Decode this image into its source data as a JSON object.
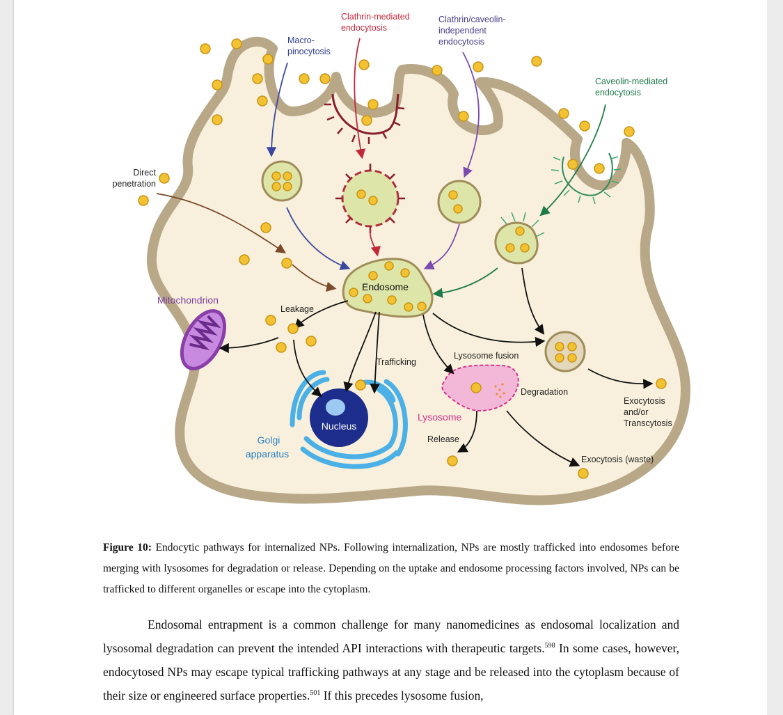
{
  "figure": {
    "labels": {
      "clathrin_mediated": [
        "Clathrin-mediated",
        "endocytosis"
      ],
      "clathrin_caveolin_independent": [
        "Clathrin/caveolin-",
        "independent",
        "endocytosis"
      ],
      "macropinocytosis": [
        "Macro-",
        "pinocytosis"
      ],
      "caveolin_mediated": [
        "Caveolin-mediated",
        "endocytosis"
      ],
      "direct_penetration": [
        "Direct",
        "penetration"
      ],
      "endosome": "Endosome",
      "mitochondrion": "Mitochondrion",
      "leakage": "Leakage",
      "trafficking": "Trafficking",
      "lysosome_fusion": "Lysosome fusion",
      "degradation": "Degradation",
      "exocytosis_transcytosis": [
        "Exocytosis",
        "and/or",
        "Transcytosis"
      ],
      "lysosome": "Lysosome",
      "release": "Release",
      "exocytosis_waste": "Exocytosis (waste)",
      "nucleus": "Nucleus",
      "golgi": [
        "Golgi",
        "apparatus"
      ]
    },
    "colors": {
      "cell_fill": "#f8f0dc",
      "cell_membrane": "#b8a888",
      "np_fill": "#f3c233",
      "vesicle_fill": "#dde6a8",
      "lysosome_fill": "#f3b8d8",
      "nucleus_fill": "#1d2d8c",
      "golgi": "#4ab0e6",
      "mitochondrion": "#8a3ea8"
    }
  },
  "caption": {
    "label": "Figure 10:",
    "text": "Endocytic pathways for internalized NPs. Following internalization, NPs are mostly trafficked into endosomes before merging with lysosomes for degradation or release. Depending on the uptake and endosome processing factors involved, NPs can be trafficked to different organelles or escape into the cytoplasm."
  },
  "body": {
    "p1_a": "Endosomal entrapment is a common challenge for many nanomedicines as endosomal localization and lysosomal degradation can prevent the intended API interactions with therapeutic targets.",
    "p1_sup1": "598",
    "p1_b": " In some cases, however, endocytosed NPs may escape typical trafficking pathways at any stage and be released into the cytoplasm because of their size or engineered surface properties.",
    "p1_sup2": "501",
    "p1_c": " If this precedes lysosome fusion,"
  }
}
